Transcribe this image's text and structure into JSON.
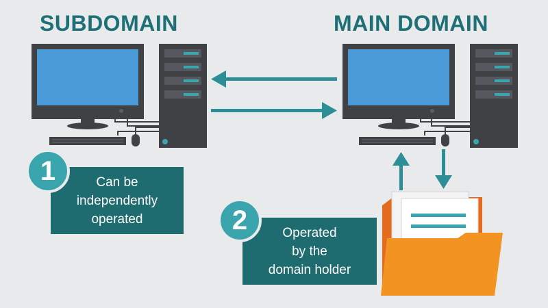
{
  "headings": {
    "subdomain": "SUBDOMAIN",
    "main_domain": "MAIN DOMAIN"
  },
  "callouts": [
    {
      "number": "1",
      "lines": [
        "Can be",
        "independently",
        "operated"
      ]
    },
    {
      "number": "2",
      "lines": [
        "Operated",
        "by the",
        "domain holder"
      ]
    }
  ],
  "icons": [
    "subdomain-computer-icon",
    "subdomain-server-tower-icon",
    "main-computer-icon",
    "main-server-tower-icon",
    "folder-icon",
    "document-icon"
  ],
  "colors": {
    "background": "#e9eaec",
    "heading": "#1f7076",
    "arrow": "#2e8e96",
    "callout_box": "#1e6b70",
    "badge": "#3ba5ad",
    "screen": "#4b9ad8",
    "hardware": "#3f4145",
    "folder": "#f39322",
    "folder_shadow": "#e46a1e"
  }
}
